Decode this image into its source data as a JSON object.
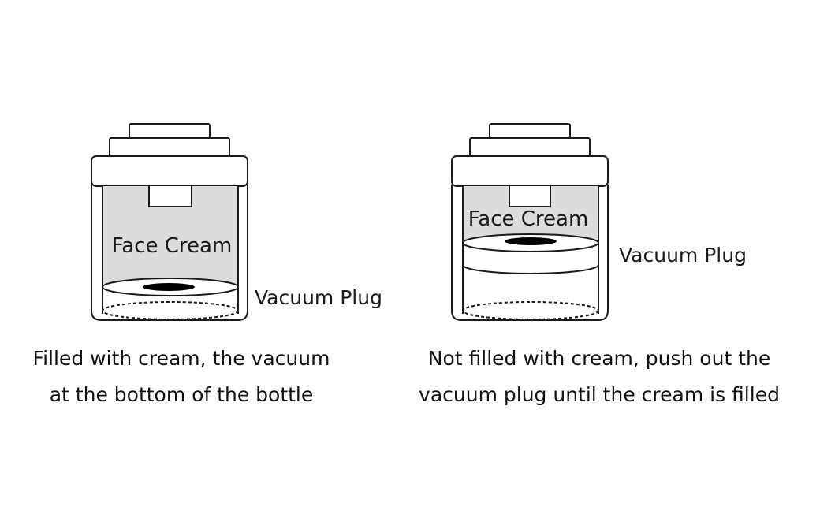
{
  "colors": {
    "cream_fill": "#dcdcdc",
    "outline": "#1a1a1a",
    "plug_hole": "#000000",
    "background": "#ffffff"
  },
  "panels": [
    {
      "cream_label": "Face Cream",
      "plug_label": "Vacuum Plug",
      "caption_lines": [
        "Filled with cream, the vacuum",
        "at the bottom of the bottle"
      ]
    },
    {
      "cream_label": "Face Cream",
      "plug_label": "Vacuum Plug",
      "caption_lines": [
        "Not filled with cream, push out the",
        "vacuum plug until the cream is filled"
      ]
    }
  ]
}
